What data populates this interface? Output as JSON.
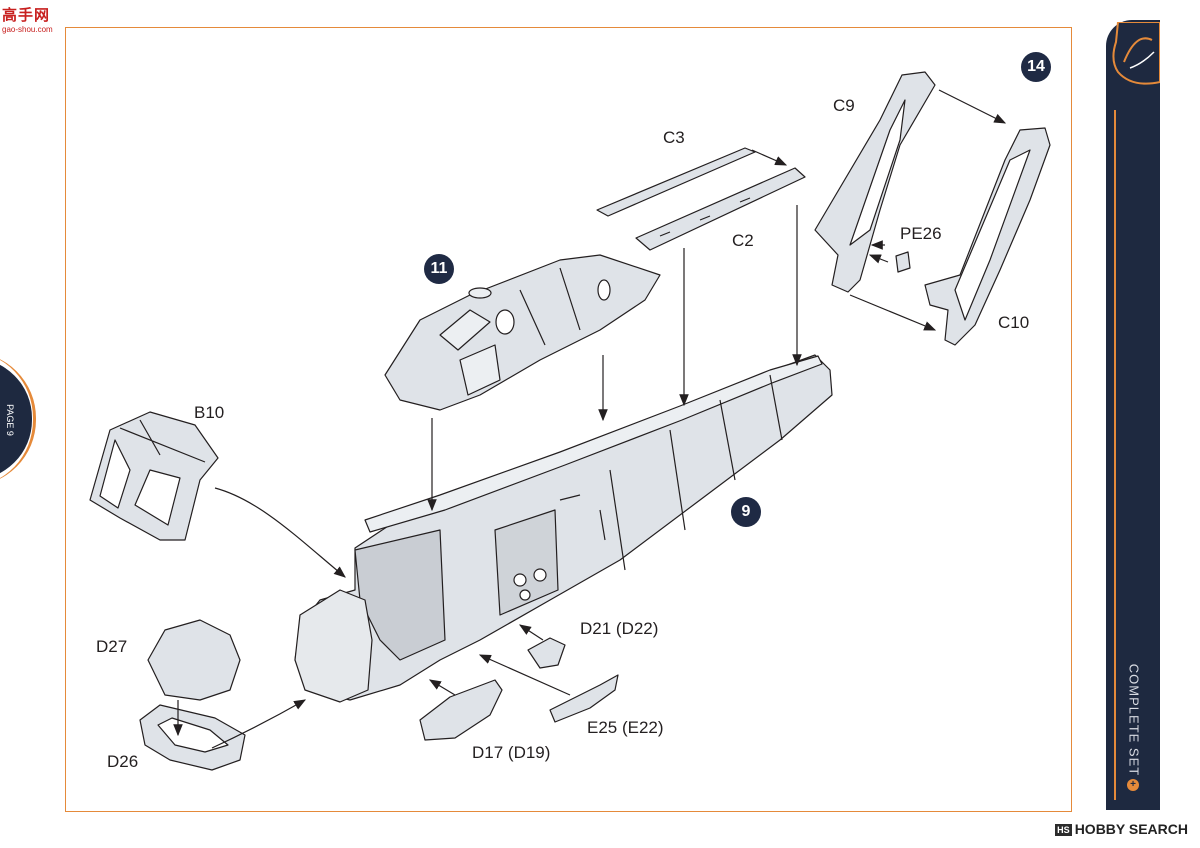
{
  "step_numbers": [
    "14",
    "11",
    "9"
  ],
  "parts": {
    "c9": "C9",
    "c3": "C3",
    "c2": "C2",
    "pe26": "PE26",
    "c10": "C10",
    "b10": "B10",
    "d21": "D21 (D22)",
    "d27": "D27",
    "e25": "E25 (E22)",
    "d17": "D17 (D19)",
    "d26": "D26"
  },
  "sidebar": {
    "title": "COMPLETE SET",
    "page": "PAGE 9",
    "logo_icon": "clear-prop-logo-icon"
  },
  "watermarks": {
    "top_left_cn": "高手网",
    "top_left_url": "gao-shou.com",
    "bottom_right": "HOBBY SEARCH"
  },
  "colors": {
    "navy": "#1e2940",
    "orange": "#e58a3a",
    "part_fill": "#dfe3e8",
    "line": "#231f20"
  }
}
